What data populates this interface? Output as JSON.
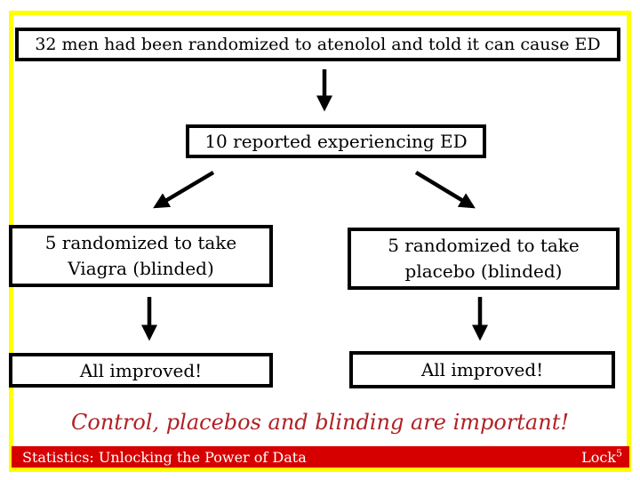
{
  "slide": {
    "flow": {
      "randomized_box": "32 men had been randomized to atenolol and told it can cause ED",
      "report_box": "10 reported experiencing ED",
      "viagra_box_line1": "5 randomized to take",
      "viagra_box_line2": "Viagra (blinded)",
      "placebo_box_line1": "5 randomized to take",
      "placebo_box_line2": "placebo (blinded)",
      "viagra_result_box": "All improved!",
      "placebo_result_box": "All improved!"
    },
    "tagline": "Control, placebos and blinding are important!",
    "footer": {
      "book_title": "Statistics: Unlocking the Power of Data",
      "credit": "Lock",
      "credit_superscript": "5"
    },
    "colors": {
      "frame_border": "#FFFF00",
      "footer_bar": "#D60000",
      "tagline_text": "#B02125",
      "diagram_ink": "#000000",
      "background": "#FFFFFF"
    }
  }
}
